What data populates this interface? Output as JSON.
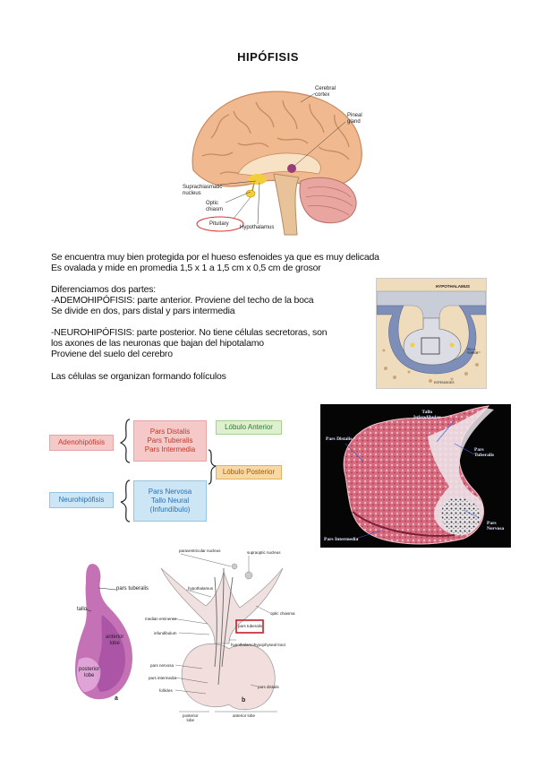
{
  "title": "HIPÓFISIS",
  "brain_labels": {
    "cerebral_cortex": [
      "Cerebral",
      "cortex"
    ],
    "pineal_gland": [
      "Pineal",
      "gland"
    ],
    "suprachiasmatic": [
      "Suprachiasmatic",
      "nucleus"
    ],
    "optic_chiasm": [
      "Optic",
      "chiasm"
    ],
    "pituitary": "Pituitary",
    "hypothalamus": "Hypothalamus"
  },
  "intro": [
    "Se encuentra muy bien protegida por el hueso esfenoides ya que es muy delicada",
    "Es ovalada y mide en promedia 1,5 x 1 a 1,5 cm x 0,5 cm de grosor"
  ],
  "parts": [
    "Diferenciamos dos partes:",
    "-ADEMOHIPÓFISIS: parte anterior. Proviene del techo de la boca",
    "Se divide en dos, pars distal y pars intermedia"
  ],
  "neuro": [
    "-NEUROHIPÓFISIS: parte posterior. No tiene células secretoras, son",
    "los axones de las neuronas que bajan del hipotalamo",
    "Proviene del suelo del cerebro"
  ],
  "cells": "Las células se organizan formando folículos",
  "sella_labels": {
    "hypothalamus": "HYPOTHALAMUS",
    "sella": "SILLA TURCA",
    "esfenoides": "ESFENOIDES"
  },
  "scheme": {
    "adeno": "Adenohipófisis",
    "adeno_parts": [
      "Pars Distalis",
      "Pars Tuberalis",
      "Pars Intermedia"
    ],
    "lobulo_anterior": "Lóbulo Anterior",
    "lobulo_posterior": "Lóbulo Posterior",
    "neuro": "Neurohipófisis",
    "neuro_parts": [
      "Pars Nervosa",
      "Tallo Neural",
      "(Infundíbulo)"
    ]
  },
  "histo_labels": {
    "tallo": [
      "Tallo",
      "Infundibular"
    ],
    "pars_distalis": "Pars Distalis",
    "pars_tuberalis": [
      "Pars",
      "Tuberalis"
    ],
    "pars_nervosa": [
      "Pars",
      "Nervosa"
    ],
    "pars_intermedia": "Pars Intermedia"
  },
  "bottom_left_labels": {
    "pars_tuberalis": "pars tuberalis",
    "tallo": "tallo",
    "anterior": [
      "anterior",
      "lobe"
    ],
    "posterior": [
      "posterior",
      "lobe"
    ],
    "a": "a"
  },
  "bottom_right_labels": {
    "paraventricular": "paraventricular nucleus",
    "supraoptic": "supraoptic nucleus",
    "hypothalamus": "hypothalamus",
    "median_eminence": "median eminence",
    "infundibulum": "infundibulum",
    "optic_chiasma": "optic chiasma",
    "pars_tuberalis": "pars tuberalis",
    "tract": "hypothalamohypophyseal tract",
    "pars_nervosa": "pars nervosa",
    "pars_intermedia": "pars intermedia",
    "folliculi": "follicles",
    "pars_distalis": "pars distalis",
    "posterior_lobe": [
      "posterior",
      "lobe"
    ],
    "anterior_lobe": "anterior lobe",
    "b": "b"
  },
  "colors": {
    "adeno_fill": "#f6c9c9",
    "adeno_text": "#c0392b",
    "neuro_fill": "#cde6f6",
    "neuro_text": "#2a6fb0",
    "ant_fill": "#dff0cf",
    "ant_text": "#2f7a2f",
    "post_fill": "#f8d9a6",
    "post_text": "#a05b00"
  }
}
